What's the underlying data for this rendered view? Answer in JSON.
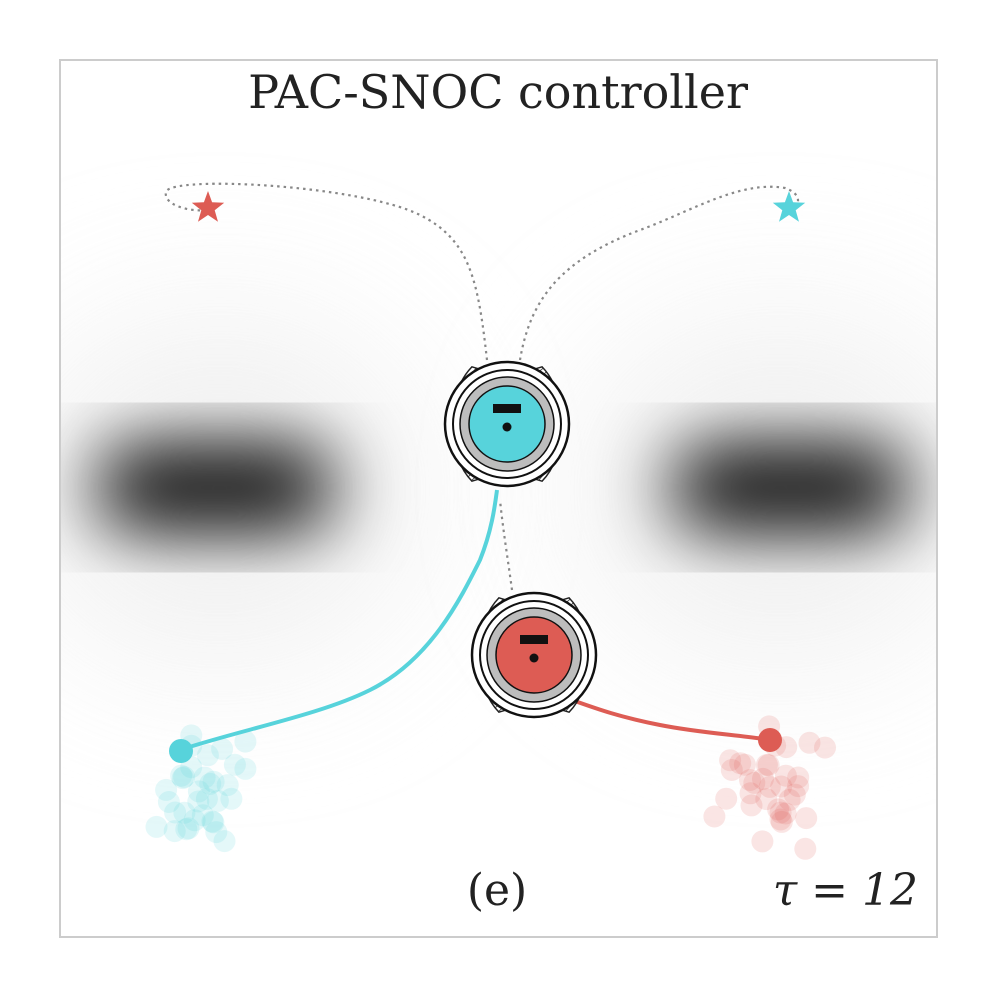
{
  "figure": {
    "title": "PAC-SNOC controller",
    "panel_label": "(e)",
    "time_label": "τ = 12"
  },
  "colors": {
    "agent_cyan": "#57d3db",
    "agent_red": "#dd5c54",
    "obstacle": "#000000",
    "planned_path": "#888888",
    "frame_border": "#cccccc"
  },
  "agents": [
    {
      "name": "cyan",
      "goal_marker": "star-icon",
      "start_marker": "dot"
    },
    {
      "name": "red",
      "goal_marker": "star-icon",
      "start_marker": "dot"
    }
  ]
}
